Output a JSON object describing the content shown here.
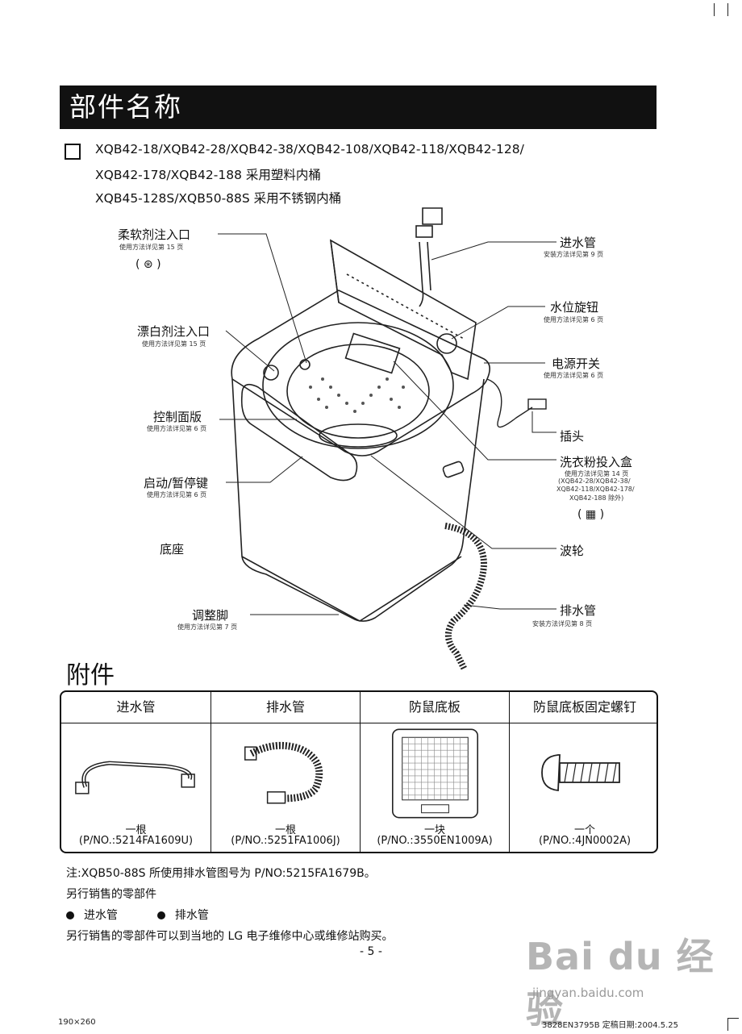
{
  "title": "部件名称",
  "models": [
    "XQB42-18/XQB42-28/XQB42-38/XQB42-108/XQB42-118/XQB42-128/",
    "XQB42-178/XQB42-188 采用塑料内桶",
    "XQB45-128S/XQB50-88S 采用不锈钢内桶"
  ],
  "parts_left": [
    {
      "label": "柔软剂注入口",
      "note": "使用方法详见第 15 页",
      "symbol": "( ⊛ )"
    },
    {
      "label": "漂白剂注入口",
      "note": "使用方法详见第 15 页"
    },
    {
      "label": "控制面版",
      "note": "使用方法详见第 6 页"
    },
    {
      "label": "启动/暂停键",
      "note": "使用方法详见第 6 页"
    },
    {
      "label": "底座",
      "note": ""
    },
    {
      "label": "调整脚",
      "note": "使用方法详见第 7 页"
    }
  ],
  "parts_right": [
    {
      "label": "进水管",
      "note": "安装方法详见第 9 页"
    },
    {
      "label": "水位旋钮",
      "note": "使用方法详见第 6 页"
    },
    {
      "label": "电源开关",
      "note": "使用方法详见第 6 页"
    },
    {
      "label": "插头",
      "note": ""
    },
    {
      "label": "洗衣粉投入盒",
      "note": "使用方法详见第 14 页",
      "note2": "(XQB42-28/XQB42-38/",
      "note3": "XQB42-118/XQB42-178/",
      "note4": "XQB42-188 除外)",
      "symbol": "( ▦ )"
    },
    {
      "label": "波轮",
      "note": ""
    },
    {
      "label": "排水管",
      "note": "安装方法详见第 8 页"
    }
  ],
  "accessories_title": "附件",
  "accessories": [
    {
      "name": "进水管",
      "qty": "一根",
      "pn": "(P/NO.:5214FA1609U)"
    },
    {
      "name": "排水管",
      "qty": "一根",
      "pn": "(P/NO.:5251FA1006J)"
    },
    {
      "name": "防鼠底板",
      "qty": "一块",
      "pn": "(P/NO.:3550EN1009A)"
    },
    {
      "name": "防鼠底板固定螺钉",
      "qty": "一个",
      "pn": "(P/NO.:4JN0002A)"
    }
  ],
  "footnotes": {
    "note": "注:XQB50-88S 所使用排水管图号为 P/NO:5215FA1679B。",
    "sold_separately": "另行销售的零部件",
    "item1": "进水管",
    "item2": "排水管",
    "purchase": "另行销售的零部件可以到当地的 LG 电子维修中心或维修站购买。"
  },
  "page_number": "- 5 -",
  "size_code": "190×260",
  "doc_code": "3828EN3795B  定稿日期:2004.5.25",
  "watermark": {
    "logo": "Bai du 经验",
    "url": "jingyan.baidu.com"
  }
}
